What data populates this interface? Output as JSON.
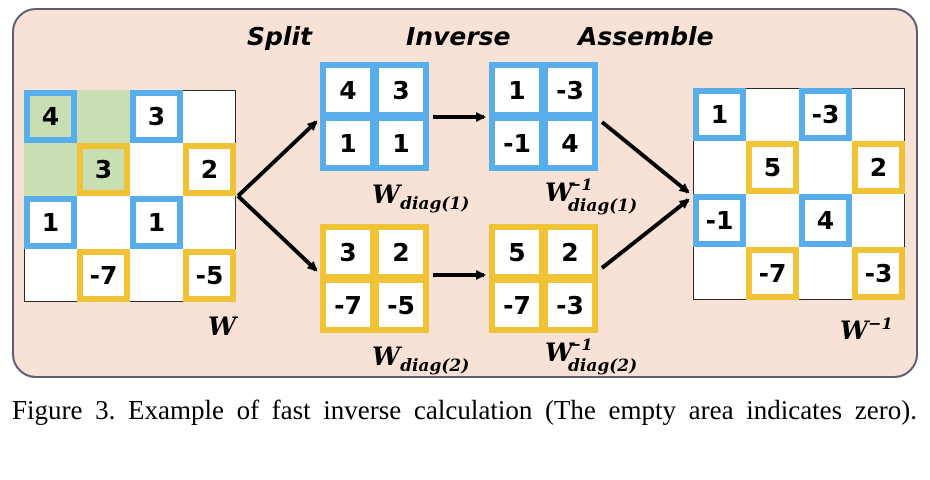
{
  "steps": {
    "split": "Split",
    "inverse": "Inverse",
    "assemble": "Assemble"
  },
  "W": {
    "label": "W",
    "cells": [
      [
        "4",
        "",
        "3",
        ""
      ],
      [
        "",
        "3",
        "",
        "2"
      ],
      [
        "1",
        "",
        "1",
        ""
      ],
      [
        "",
        "-7",
        "",
        "-5"
      ]
    ]
  },
  "W_diag1": {
    "label_base": "W",
    "label_sub": "diag(1)",
    "cells": [
      [
        "4",
        "3"
      ],
      [
        "1",
        "1"
      ]
    ]
  },
  "W_diag2": {
    "label_base": "W",
    "label_sub": "diag(2)",
    "cells": [
      [
        "3",
        "2"
      ],
      [
        "-7",
        "-5"
      ]
    ]
  },
  "W_diag1_inv": {
    "label_base": "W",
    "label_sup": "−1",
    "label_sub": "diag(1)",
    "cells": [
      [
        "1",
        "-3"
      ],
      [
        "-1",
        "4"
      ]
    ]
  },
  "W_diag2_inv": {
    "label_base": "W",
    "label_sup": "−1",
    "label_sub": "diag(2)",
    "cells": [
      [
        "5",
        "2"
      ],
      [
        "-7",
        "-3"
      ]
    ]
  },
  "W_inv": {
    "label_base": "W",
    "label_sup": "−1",
    "cells": [
      [
        "1",
        "",
        "-3",
        ""
      ],
      [
        "",
        "5",
        "",
        "2"
      ],
      [
        "-1",
        "",
        "4",
        ""
      ],
      [
        "",
        "-7",
        "",
        "-3"
      ]
    ]
  },
  "colors": {
    "blue": "#57aeea",
    "gold": "#f0c236",
    "green": "#c9deb3",
    "panel": "#f8e2d6"
  },
  "caption": "Figure 3. Example of fast inverse calculation (The empty area indicates zero)."
}
